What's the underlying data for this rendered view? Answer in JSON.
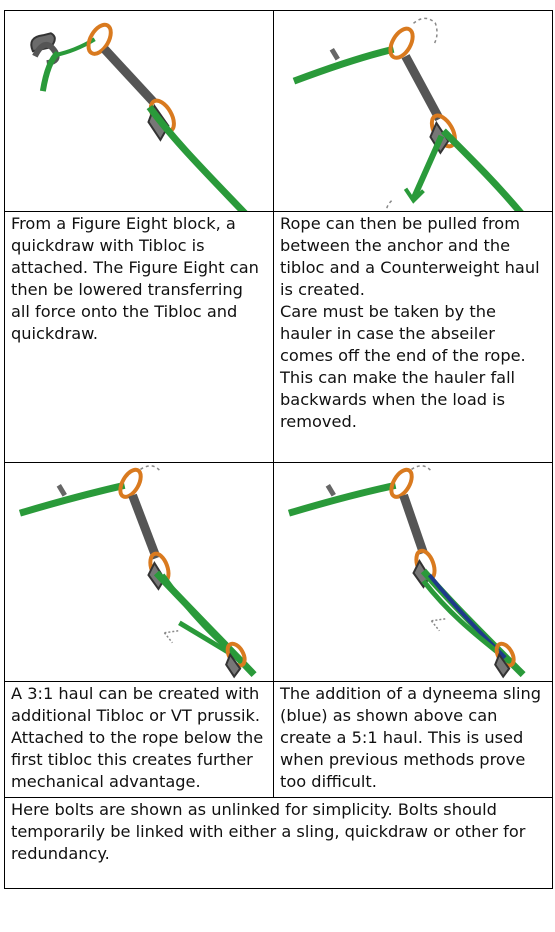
{
  "figures": [
    {
      "caption": "From a Figure Eight block, a quickdraw with Tibloc is attached. The Figure Eight can then be lowered transferring all force onto the Tibloc and quickdraw."
    },
    {
      "caption": "Rope can then be pulled from between the anchor and the tibloc and a Counterweight haul is created.",
      "caption_extra": "Care must be taken by the hauler in case the abseiler comes off the end of the rope. This can make the hauler fall backwards when the load is removed."
    },
    {
      "caption": "A 3:1 haul can be created with additional Tibloc or VT prussik. Attached to the rope below the first tibloc this creates further mechanical advantage."
    },
    {
      "caption": "The addition of a dyneema sling (blue) as shown above can create a 5:1 haul. This is used when previous methods prove too difficult."
    }
  ],
  "footer_note": "Here bolts are shown as unlinked for simplicity. Bolts should temporarily be linked with either a sling, quickdraw or other for redundancy.",
  "colors": {
    "rope": "#2a9a3a",
    "carabiner": "#d97a1f",
    "sling": "#555555",
    "dyneema": "#1e3a8a"
  },
  "icons": [
    "figure-eight-icon",
    "tibloc-icon",
    "carabiner-icon",
    "bolt-icon",
    "arrow-icon"
  ]
}
